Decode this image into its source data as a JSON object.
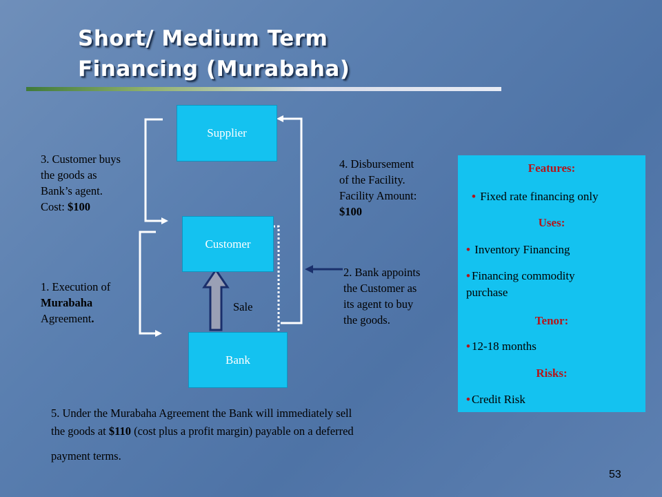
{
  "title": {
    "line1": "Short/ Medium Term",
    "line2": "Financing (Murabaha)"
  },
  "boxes": {
    "supplier": "Supplier",
    "customer": "Customer",
    "bank": "Bank"
  },
  "labels": {
    "sale": "Sale",
    "step1": {
      "num": "1. ",
      "text1": "Execution of",
      "bold": "Murabaha",
      "text2": "Agreement",
      "end": "."
    },
    "step2": [
      "2. Bank appoints",
      "the Customer as",
      "its agent to buy",
      "the goods."
    ],
    "step3": {
      "l1": "3. Customer buys",
      "l2": "the goods as",
      "l3": "Bank’s agent.",
      "l4a": "Cost: ",
      "l4b": "$100"
    },
    "step4": {
      "l1": "4.  Disbursement",
      "l2": "of the Facility.",
      "l3": "Facility Amount:",
      "l4": "$100"
    },
    "step5": {
      "a": "5.  Under the Murabaha Agreement the Bank will immediately sell",
      "b1": "the goods at ",
      "b2": "$110",
      "b3": " (cost plus a profit margin) payable on a deferred",
      "c": "payment terms."
    }
  },
  "features": {
    "features_heading": "Features:",
    "features_item": "Fixed rate financing only",
    "uses_heading": "Uses:",
    "uses_item1": "Inventory Financing",
    "uses_item2a": "Financing commodity",
    "uses_item2b": "purchase",
    "tenor_heading": "Tenor:",
    "tenor_item": "12-18 months",
    "risks_heading": "Risks:",
    "risks_item": "Credit Risk"
  },
  "page_number": "53",
  "colors": {
    "box": "#14c2f0",
    "heading_red": "#b3161b",
    "arrow_navy": "#1a2f6b"
  }
}
